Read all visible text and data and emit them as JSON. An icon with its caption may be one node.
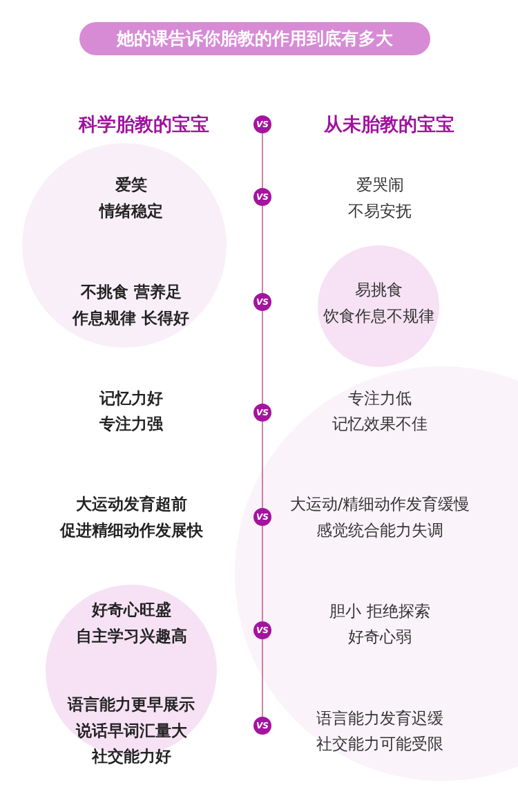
{
  "diagram": {
    "title": "她的课告诉你胎教的作用到底有多大",
    "nodes": [
      {
        "text": [
          "VS"
        ]
      },
      {
        "text": [
          "VS"
        ]
      },
      {
        "text": [
          "VS"
        ]
      },
      {
        "text": [
          "VS"
        ]
      },
      {
        "text": [
          "VS"
        ]
      },
      {
        "text": [
          "VS"
        ]
      },
      {
        "text": [
          "VS"
        ]
      }
    ],
    "edges": [
      {
        "from": 0,
        "to": 1,
        "arrow": "none"
      },
      {
        "from": 1,
        "to": 2,
        "arrow": "none"
      },
      {
        "from": 2,
        "to": 3,
        "arrow": "none"
      },
      {
        "from": 3,
        "to": 4,
        "arrow": "none"
      },
      {
        "from": 4,
        "to": 5,
        "arrow": "none"
      },
      {
        "from": 5,
        "to": 6,
        "arrow": "none"
      }
    ],
    "labels": [
      "科学胎教的宝宝",
      "从未胎教的宝宝",
      "爱笑",
      "情绪稳定",
      "爱哭闹",
      "不易安抚",
      "不挑食 营养足",
      "作息规律 长得好",
      "易挑食",
      "饮食作息不规律",
      "记忆力好",
      "专注力强",
      "专注力低",
      "记忆效果不佳",
      "大运动发育超前",
      "促进精细动作发展快",
      "大运动/精细动作发育缓慢",
      "感觉统合能力失调",
      "好奇心旺盛",
      "自主学习兴趣高",
      "胆小 拒绝探索",
      "好奇心弱",
      "语言能力更早展示",
      "说话早词汇量大",
      "社交能力好",
      "语言能力发育迟缓",
      "社交能力可能受限"
    ]
  }
}
